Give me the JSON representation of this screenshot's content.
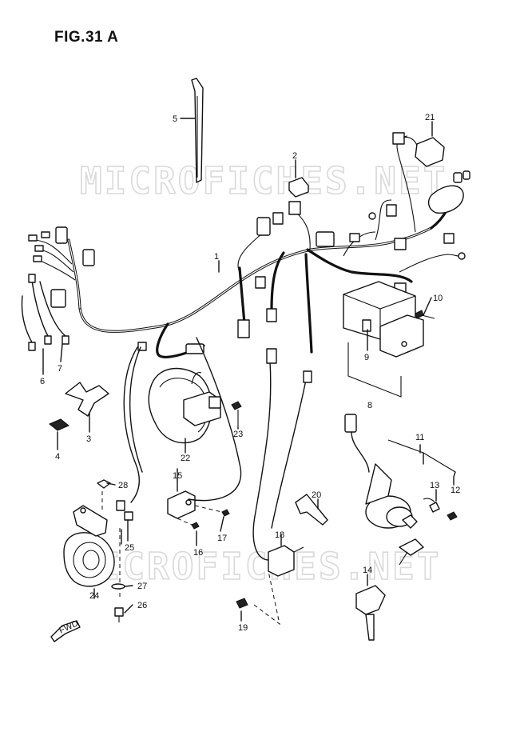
{
  "figure": {
    "title": "FIG.31 A",
    "watermark": "MICROFICHES.NET"
  },
  "direction_badge": "FWD",
  "callouts": [
    "1",
    "2",
    "3",
    "4",
    "5",
    "6",
    "7",
    "8",
    "9",
    "10",
    "11",
    "12",
    "13",
    "14",
    "15",
    "16",
    "17",
    "18",
    "19",
    "20",
    "21",
    "22",
    "23",
    "24",
    "25",
    "26",
    "27",
    "28"
  ],
  "colors": {
    "ink": "#111111",
    "watermark": "#d9d9d9",
    "background": "#ffffff"
  }
}
